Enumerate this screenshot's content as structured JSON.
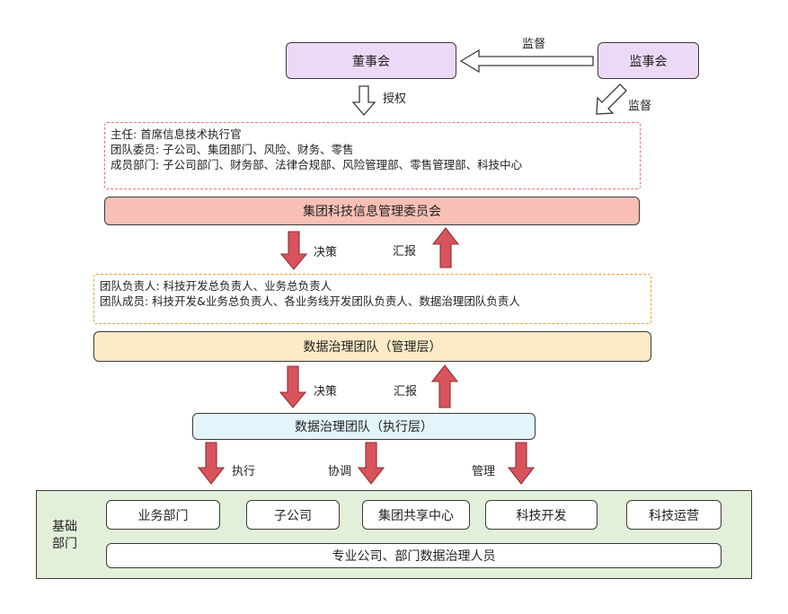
{
  "board": "董事会",
  "supervisory_board": "监事会",
  "supervise_label_1": "监督",
  "supervise_label_2": "监督",
  "authorize_label": "授权",
  "committee_info": {
    "director": "主任: 首席信息技术执行官",
    "members": "团队委员: 子公司、集团部门、风险、财务、零售",
    "member_departments": "成员部门:  子公司部门、财务部、法律合规部、风险管理部、零售管理部、科技中心"
  },
  "committee": "集团科技信息管理委员会",
  "decision_label_1": "决策",
  "report_label_1": "汇报",
  "management_team_info": {
    "leaders": "团队负责人: 科技开发总负责人、业务总负责人",
    "members": "团队成员: 科技开发&业务总负责人、各业务线开发团队负责人、数据治理团队负责人"
  },
  "management_team": "数据治理团队（管理层）",
  "decision_label_2": "决策",
  "report_label_2": "汇报",
  "execution_team": "数据治理团队（执行层）",
  "execute_label": "执行",
  "coordinate_label": "协调",
  "manage_label": "管理",
  "base": {
    "title": "基础\n部门",
    "units": [
      "业务部门",
      "子公司",
      "集团共享中心",
      "科技开发",
      "科技运营"
    ],
    "staff": "专业公司、部门数据治理人员"
  }
}
